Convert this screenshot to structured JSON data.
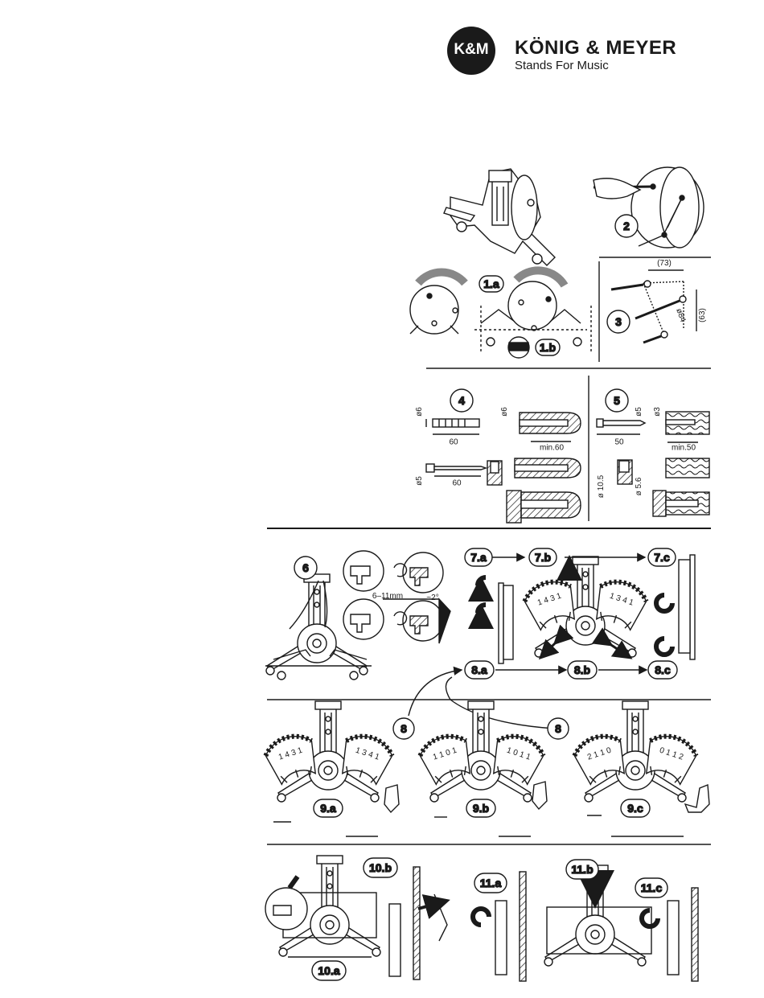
{
  "brand": {
    "logo_mark": "K&M",
    "name": "KÖNIG & MEYER",
    "tagline": "Stands For Music"
  },
  "steps": {
    "s1a": "1.a",
    "s1b": "1.b",
    "s2": "2",
    "s3": "3",
    "s4": "4",
    "s5": "5",
    "s6": "6",
    "s7a": "7.a",
    "s7b": "7.b",
    "s7c": "7.c",
    "s8": "8",
    "s8a": "8.a",
    "s8b": "8.b",
    "s8c": "8.c",
    "s9a": "9.a",
    "s9b": "9.b",
    "s9c": "9.c",
    "s10a": "10.a",
    "s10b": "10.b",
    "s11a": "11.a",
    "s11b": "11.b",
    "s11c": "11.c"
  },
  "dimensions": {
    "d73": "(73)",
    "d63": "(63)",
    "d84": "ø84",
    "d4_dia6a": "ø6",
    "d4_dia6b": "ø6",
    "d4_len60a": "60",
    "d4_min60": "min.60",
    "d4_dia5": "ø5",
    "d4_len60b": "60",
    "d5_dia5": "ø5",
    "d5_dia3": "ø3",
    "d5_len50": "50",
    "d5_min50": "min.50",
    "d5_dia105": "ø 10.5",
    "d5_dia56": "ø 5.6",
    "d6_range": "6–11mm",
    "d6_angle": "~2°"
  },
  "scales": {
    "s7_left": "1 4 3 1",
    "s7_right": "1 3 4 1",
    "s9a_left": "1 4 3 1",
    "s9a_right": "1 3 4 1",
    "s9b_left": "1 1 0 1",
    "s9b_right": "1 0 1 1",
    "s9c_left": "2 1 1 0",
    "s9c_right": "0 1 1 2"
  }
}
